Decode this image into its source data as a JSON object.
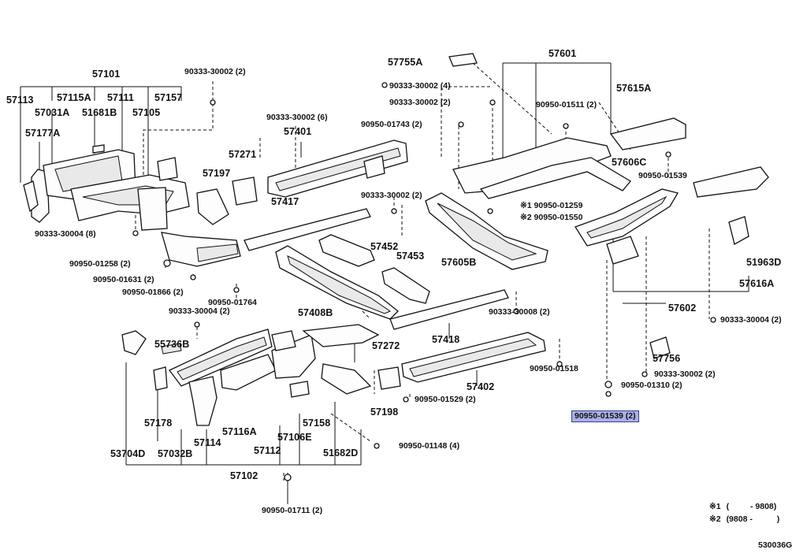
{
  "diagram": {
    "part_labels": [
      {
        "id": "57101",
        "text": "57101"
      },
      {
        "id": "57113",
        "text": "57113"
      },
      {
        "id": "57115A",
        "text": "57115A"
      },
      {
        "id": "57111",
        "text": "57111"
      },
      {
        "id": "57157",
        "text": "57157"
      },
      {
        "id": "57031A",
        "text": "57031A"
      },
      {
        "id": "51681B",
        "text": "51681B"
      },
      {
        "id": "57105",
        "text": "57105"
      },
      {
        "id": "57177A",
        "text": "57177A"
      },
      {
        "id": "57401",
        "text": "57401"
      },
      {
        "id": "57271",
        "text": "57271"
      },
      {
        "id": "57197",
        "text": "57197"
      },
      {
        "id": "57417",
        "text": "57417"
      },
      {
        "id": "57452",
        "text": "57452"
      },
      {
        "id": "57453",
        "text": "57453"
      },
      {
        "id": "57408B",
        "text": "57408B"
      },
      {
        "id": "57755A",
        "text": "57755A"
      },
      {
        "id": "57601",
        "text": "57601"
      },
      {
        "id": "57615A",
        "text": "57615A"
      },
      {
        "id": "57606C",
        "text": "57606C"
      },
      {
        "id": "57605B",
        "text": "57605B"
      },
      {
        "id": "51963D",
        "text": "51963D"
      },
      {
        "id": "57616A",
        "text": "57616A"
      },
      {
        "id": "57602",
        "text": "57602"
      },
      {
        "id": "57756",
        "text": "57756"
      },
      {
        "id": "55736B",
        "text": "55736B"
      },
      {
        "id": "57272",
        "text": "57272"
      },
      {
        "id": "57418",
        "text": "57418"
      },
      {
        "id": "57402",
        "text": "57402"
      },
      {
        "id": "57198",
        "text": "57198"
      },
      {
        "id": "57178",
        "text": "57178"
      },
      {
        "id": "57116A",
        "text": "57116A"
      },
      {
        "id": "57158",
        "text": "57158"
      },
      {
        "id": "57106E",
        "text": "57106E"
      },
      {
        "id": "57114",
        "text": "57114"
      },
      {
        "id": "53704D",
        "text": "53704D"
      },
      {
        "id": "57032B",
        "text": "57032B"
      },
      {
        "id": "57112",
        "text": "57112"
      },
      {
        "id": "51682D",
        "text": "51682D"
      },
      {
        "id": "57102",
        "text": "57102"
      }
    ],
    "hardware_labels": [
      {
        "id": "h1",
        "text": "90333-30002 (2)"
      },
      {
        "id": "h2",
        "text": "90333-30002 (6)"
      },
      {
        "id": "h3",
        "text": "90333-30002 (4)"
      },
      {
        "id": "h4",
        "text": "90333-30002 (2)"
      },
      {
        "id": "h5",
        "text": "90950-01743 (2)"
      },
      {
        "id": "h6",
        "text": "90950-01511 (2)"
      },
      {
        "id": "h7",
        "text": "90950-01539"
      },
      {
        "id": "h8",
        "text": "90333-30002 (2)"
      },
      {
        "id": "h9",
        "text": "※1 90950-01259"
      },
      {
        "id": "h10",
        "text": "※2 90950-01550"
      },
      {
        "id": "h11",
        "text": "90333-30004 (8)"
      },
      {
        "id": "h12",
        "text": "90950-01258 (2)"
      },
      {
        "id": "h13",
        "text": "90950-01631 (2)"
      },
      {
        "id": "h14",
        "text": "90950-01866 (2)"
      },
      {
        "id": "h15",
        "text": "90950-01764"
      },
      {
        "id": "h16",
        "text": "90333-30004 (2)"
      },
      {
        "id": "h17",
        "text": "90333-30008 (2)"
      },
      {
        "id": "h18",
        "text": "90333-30004 (2)"
      },
      {
        "id": "h19",
        "text": "90950-01518"
      },
      {
        "id": "h20",
        "text": "90333-30002 (2)"
      },
      {
        "id": "h21",
        "text": "90950-01310 (2)"
      },
      {
        "id": "h22",
        "text": "90950-01529 (2)"
      },
      {
        "id": "h24",
        "text": "90950-01148 (4)"
      },
      {
        "id": "h25",
        "text": "90950-01711 (2)"
      }
    ],
    "highlighted_label": "90950-01539 (2)",
    "footnotes": [
      {
        "mark": "※1",
        "paren_open": "(",
        "range": "- 9808)"
      },
      {
        "mark": "※2",
        "paren_open": "(9808 -",
        "range": ")"
      }
    ],
    "figure_code": "530036G",
    "colors": {
      "highlight": "#aab0e6",
      "highlight_border": "#3b3f9a",
      "line": "#111111"
    }
  }
}
